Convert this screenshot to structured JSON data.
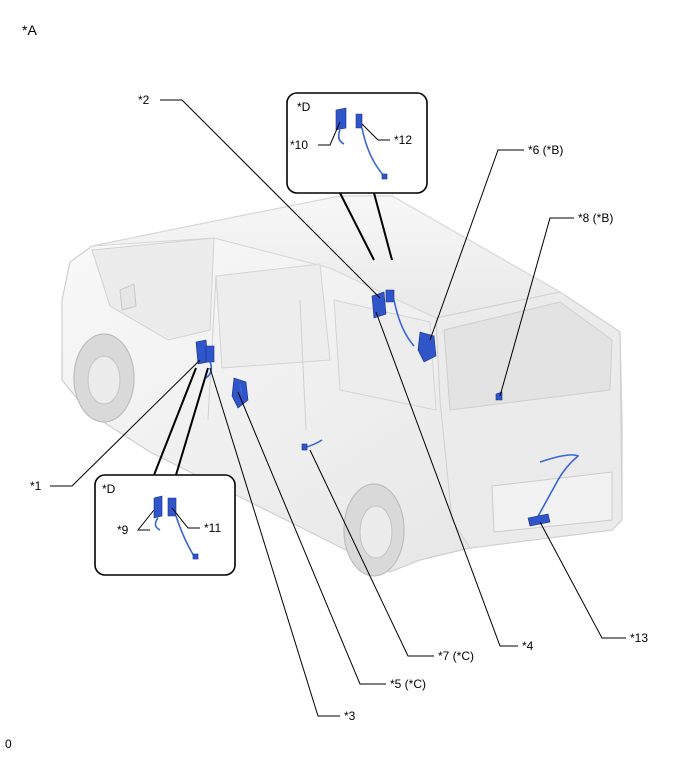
{
  "figure_tag": "*A",
  "footer_mark": "0",
  "callouts": {
    "c1": "*1",
    "c2": "*2",
    "c3": "*3",
    "c4": "*4",
    "c5": "*5 (*C)",
    "c6": "*6 (*B)",
    "c7": "*7 (*C)",
    "c8": "*8 (*B)",
    "c9": "*9",
    "c10": "*10",
    "c11": "*11",
    "c12": "*12",
    "c13": "*13"
  },
  "insets": {
    "upper": {
      "tag": "*D"
    },
    "lower": {
      "tag": "*D"
    }
  },
  "colors": {
    "vehicle_body": "#f2f2f2",
    "vehicle_edge": "#c8c8c8",
    "highlight_part": "#2f55c8",
    "leader_line": "#000000"
  }
}
